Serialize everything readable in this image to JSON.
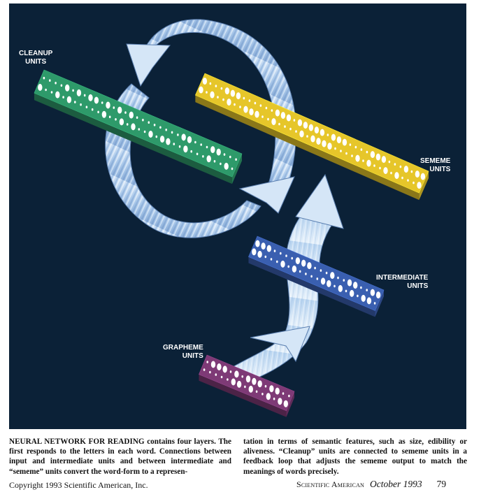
{
  "figure": {
    "labels": {
      "cleanup": [
        "CLEANUP",
        "UNITS"
      ],
      "sememe": [
        "SEMEME",
        "UNITS"
      ],
      "intermediate": [
        "INTERMEDIATE",
        "UNITS"
      ],
      "grapheme": [
        "GRAPHEME",
        "UNITS"
      ]
    },
    "colors": {
      "background": "#0b2137",
      "cleanup_bar": "#2e9a6a",
      "sememe_bar": "#e6c62a",
      "intermediate_bar": "#3a5fb0",
      "grapheme_bar": "#7e3a76",
      "arrows": "#cfe3f6"
    }
  },
  "caption": {
    "col1": "NEURAL NETWORK FOR READING contains four layers. The first responds to the letters in each word. Connections between input and intermediate units and between intermediate and “sememe” units convert the word-form to a represen-",
    "col2": "tation in terms of semantic features, such as size, edibility or aliveness. “Cleanup” units are connected to sememe units in a feedback loop that adjusts the sememe output to match the meanings of words precisely."
  },
  "footer": {
    "copyright": "Copyright 1993 Scientific American, Inc.",
    "magazine": "Scientific American",
    "date": "October 1993",
    "page": "79"
  }
}
